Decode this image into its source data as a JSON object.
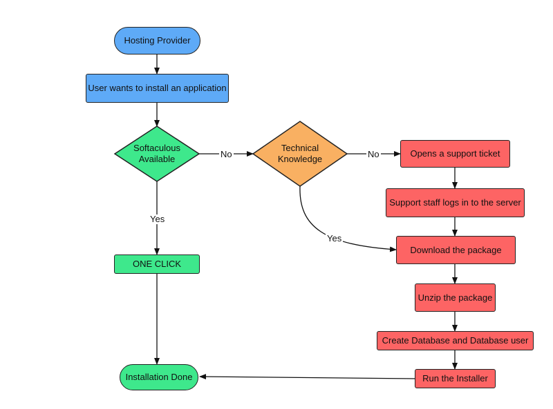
{
  "colors": {
    "blue": "#5eaaf7",
    "green": "#3ee88c",
    "orange": "#f9b062",
    "red": "#fd6464",
    "stroke": "#222222"
  },
  "nodes": {
    "hosting_provider": "Hosting Provider",
    "user_install": "User wants to install an application",
    "softaculous_line1": "Softaculous",
    "softaculous_line2": "Available",
    "technical_line1": "Technical",
    "technical_line2": "Knowledge",
    "support_ticket": "Opens a support ticket",
    "staff_logs": "Support staff logs in to the server",
    "download": "Download the package",
    "unzip": "Unzip the package",
    "create_db": "Create Database and Database user",
    "run_installer": "Run the Installer",
    "one_click": "ONE CLICK",
    "installation_done": "Installation Done"
  },
  "edge_labels": {
    "soft_no": "No",
    "tech_no": "No",
    "soft_yes": "Yes",
    "tech_yes": "Yes"
  }
}
